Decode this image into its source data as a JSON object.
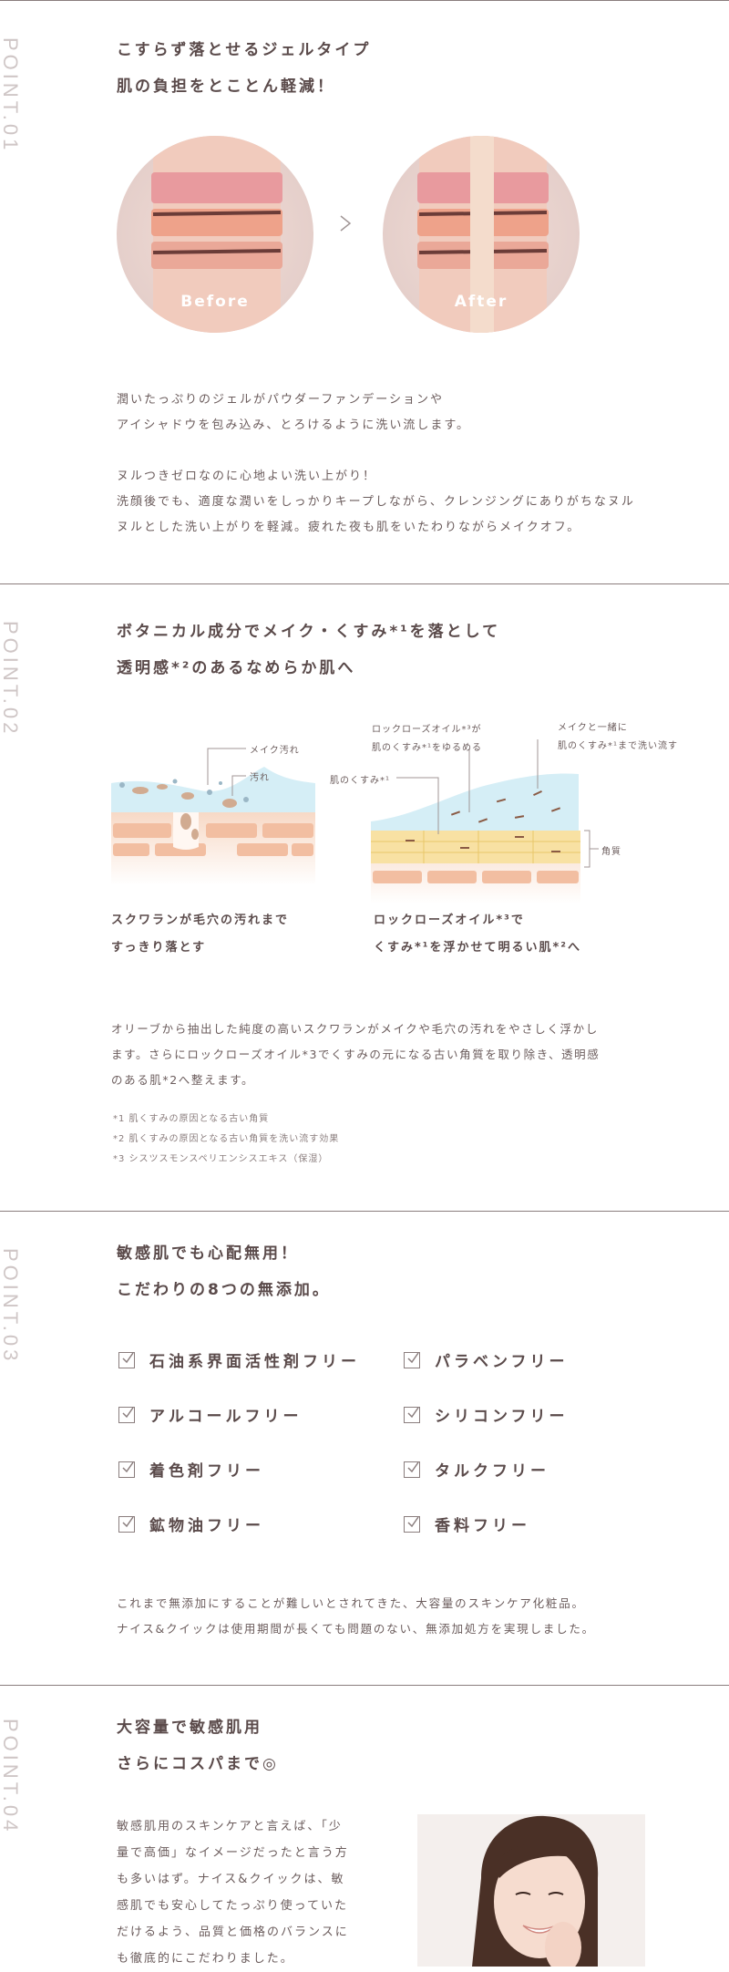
{
  "point1": {
    "label": "POINT.01",
    "heading": [
      "こすらず落とせるジェルタイプ",
      "肌の負担をとことん軽減！"
    ],
    "before_label": "Before",
    "after_label": "After",
    "paragraph1": [
      "潤いたっぷりのジェルがパウダーファンデーションや",
      "アイシャドウを包み込み、とろけるように洗い流します。"
    ],
    "paragraph2": [
      "ヌルつきゼロなのに心地よい洗い上がり！",
      "洗顔後でも、適度な潤いをしっかりキープしながら、クレンジングにありがちなヌル",
      "ヌルとした洗い上がりを軽減。疲れた夜も肌をいたわりながらメイクオフ。"
    ]
  },
  "point2": {
    "label": "POINT.02",
    "heading": [
      "ボタニカル成分でメイク・くすみ*¹を落として",
      "透明感*²のあるなめらか肌へ"
    ],
    "left_diagram": {
      "label_makeup": "メイク汚れ",
      "label_dirt": "汚れ",
      "caption": [
        "スクワランが毛穴の汚れまで",
        "すっきり落とす"
      ]
    },
    "right_diagram": {
      "label_oil": [
        "ロックローズオイル*³が",
        "肌のくすみ*¹をゆるめる"
      ],
      "label_wash": [
        "メイクと一緒に",
        "肌のくすみ*¹まで洗い流す"
      ],
      "label_dull": "肌のくすみ*¹",
      "label_horny": "角質",
      "caption": [
        "ロックローズオイル*³で",
        "くすみ*¹を浮かせて明るい肌*²へ"
      ]
    },
    "paragraph": [
      "オリーブから抽出した純度の高いスクワランがメイクや毛穴の汚れをやさしく浮かし",
      "ます。さらにロックローズオイル*3でくすみの元になる古い角質を取り除き、透明感",
      "のある肌*2へ整えます。"
    ],
    "notes": [
      "*1 肌くすみの原因となる古い角質",
      "*2 肌くすみの原因となる古い角質を洗い流す効果",
      "*3 シスツスモンスペリエンシスエキス（保湿）"
    ]
  },
  "point3": {
    "label": "POINT.03",
    "heading": [
      "敏感肌でも心配無用！",
      "こだわりの8つの無添加。"
    ],
    "items_left": [
      "石油系界面活性剤フリー",
      "アルコールフリー",
      "着色剤フリー",
      "鉱物油フリー"
    ],
    "items_right": [
      "パラベンフリー",
      "シリコンフリー",
      "タルクフリー",
      "香料フリー"
    ],
    "paragraph": [
      "これまで無添加にすることが難しいとされてきた、大容量のスキンケア化粧品。",
      "ナイス&クイックは使用期間が長くても問題のない、無添加処方を実現しました。"
    ]
  },
  "point4": {
    "label": "POINT.04",
    "heading": [
      "大容量で敏感肌用",
      "さらにコスパまで◎"
    ],
    "paragraph": [
      "敏感肌用のスキンケアと言えば、「少",
      "量で高価」なイメージだったと言う方",
      "も多いはず。ナイス&クイックは、敏",
      "感肌でも安心してたっぷり使っていた",
      "だけるよう、品質と価格のバランスに",
      "も徹底的にこだわりました。"
    ]
  }
}
